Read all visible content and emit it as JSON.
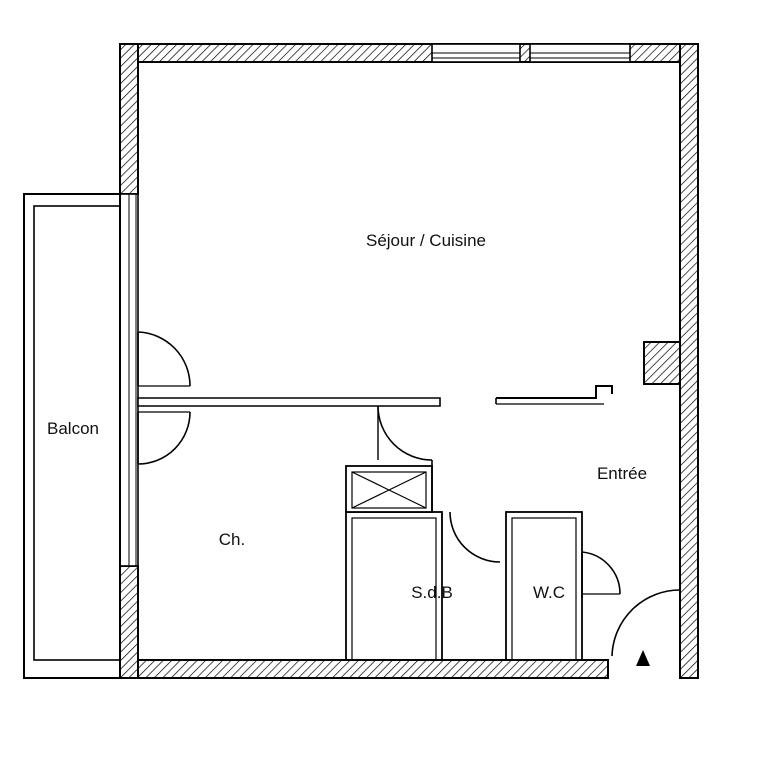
{
  "plan": {
    "rooms": {
      "sejour": "Séjour / Cuisine",
      "balcon": "Balcon",
      "chambre": "Ch.",
      "entree": "Entrée",
      "sdb": "S.d.B",
      "wc": "W.C"
    },
    "colors": {
      "wall_line": "#000000",
      "background": "#ffffff"
    },
    "icons": [
      "entrance-arrow-icon",
      "duct-cross-icon"
    ]
  }
}
